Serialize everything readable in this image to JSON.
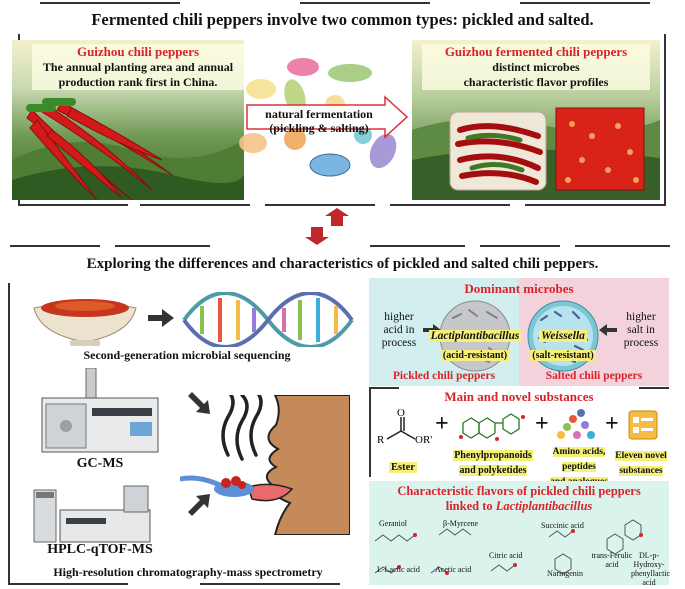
{
  "top": {
    "title": "Fermented chili peppers involve two common types: pickled and salted.",
    "guizhou": {
      "heading": "Guizhou chili peppers",
      "line1": "The annual planting area and annual",
      "line2": "production rank first in China."
    },
    "fermentation": {
      "line1": "natural fermentation",
      "line2": "(pickling & salting)"
    },
    "fermented": {
      "heading": "Guizhou fermented chili peppers",
      "line1": "distinct microbes",
      "line2": "characteristic flavor profiles"
    }
  },
  "bottom": {
    "title": "Exploring the differences and characteristics of pickled and salted chili peppers.",
    "left": {
      "sequencing_label": "Second-generation microbial sequencing",
      "gcms_label": "GC-MS",
      "hplc_label": "HPLC-qTOF-MS",
      "hrcms_label": "High-resolution chromatography-mass spectrometry"
    },
    "microbes": {
      "title": "Dominant microbes",
      "left_condition": [
        "higher",
        "acid in",
        "process"
      ],
      "right_condition": [
        "higher",
        "salt in",
        "process"
      ],
      "lacto_name": "Lactiplantibacillus",
      "lacto_note": "(acid-resistant)",
      "weis_name": "Weissella",
      "weis_note": "(salt-resistant)",
      "pickled_label": "Pickled chili peppers",
      "salted_label": "Salted chili peppers"
    },
    "substances": {
      "title": "Main and novel substances",
      "ester": "Ester",
      "phenyl1": "Phenylpropanoids",
      "phenyl2": "and polyketides",
      "amino1": "Amino acids,",
      "amino2": "peptides",
      "amino3": "and analogues",
      "eleven1": "Eleven novel",
      "eleven2": "substances",
      "plus": "+",
      "ester_r": "R",
      "ester_o": "O",
      "ester_or": "OR'"
    },
    "flavors": {
      "title1": "Characteristic flavors of pickled chili peppers",
      "title2_prefix": "linked to ",
      "title2_italic": "Lactiplantibacillus",
      "compounds": [
        "Geraniol",
        "β-Myrcene",
        "L-Lactic acid",
        "Acetic acid",
        "Citric acid",
        "Succinic acid",
        "Naringenin",
        "trans-Ferulic acid",
        "DL-p-Hydroxy-phenyllactic acid"
      ]
    }
  },
  "colors": {
    "red": "#d9232b",
    "highlight_yellow": "#f4f07a",
    "teal_panel": "#d2eeee",
    "pink_panel": "#f4d2dc",
    "mint_panel": "#daf3ec"
  }
}
